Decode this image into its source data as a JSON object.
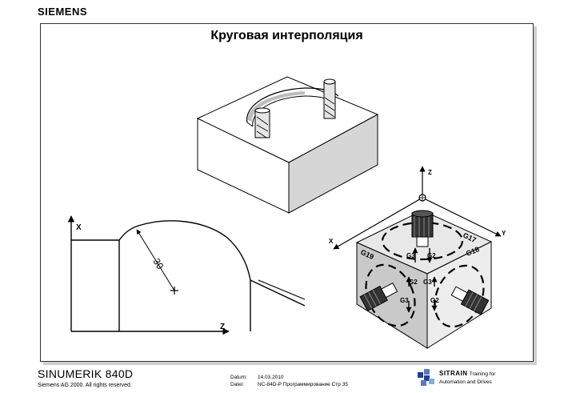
{
  "header": {
    "brand": "SIEMENS"
  },
  "slide": {
    "title": "Круговая интерполяция",
    "profile": {
      "axis_x": "X",
      "axis_z": "Z",
      "radius": "30"
    },
    "planes": {
      "axis_x": "X",
      "axis_y": "Y",
      "axis_z": "Z",
      "g17": "G17",
      "g18": "G18",
      "g19": "G19",
      "g2": "G2",
      "g3": "G3"
    }
  },
  "footer": {
    "product": "SINUMERIK 840D",
    "copyright": "Siemens AG 2000. All rights reserved.",
    "date_label": "Datum:",
    "date_value": "14.03.2010",
    "file_label": "Datei:",
    "file_value": "NC-84D-P Программирование Стр 35",
    "sitrain_name": "SITRAIN",
    "sitrain_tail": "Training for",
    "sitrain_sub": "Automation and Drives"
  }
}
